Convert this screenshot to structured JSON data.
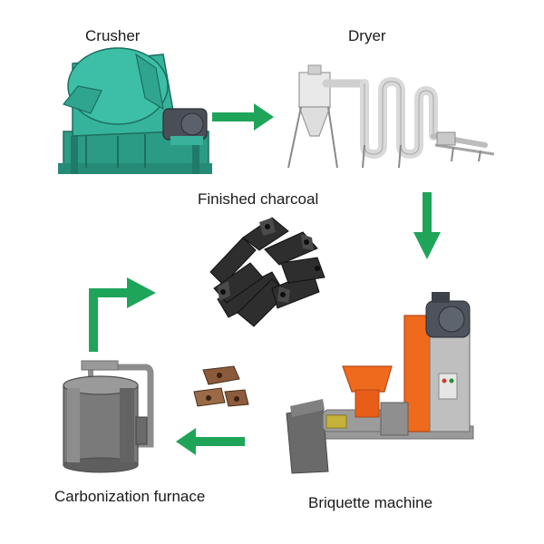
{
  "diagram": {
    "labels": {
      "crusher": "Crusher",
      "dryer": "Dryer",
      "finished_charcoal": "Finished charcoal",
      "carbonization_furnace": "Carbonization furnace",
      "briquette_machine": "Briquette machine"
    },
    "flow": [
      "crusher",
      "dryer",
      "briquette_machine",
      "carbonization_furnace",
      "finished_charcoal"
    ],
    "colors": {
      "arrow": "#1fa55a",
      "crusher_body": "#2fa590",
      "dryer_body": "#dcdcdc",
      "briquette_orange": "#f06a1e",
      "furnace_body": "#7a7a7a",
      "charcoal": "#2b2b2b"
    }
  }
}
